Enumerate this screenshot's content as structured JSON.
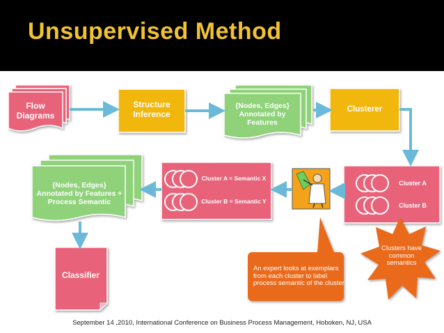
{
  "slide": {
    "title": "Unsupervised Method",
    "footer": "September 14 ,2010, International Conference on Business Process Management, Hoboken, NJ, USA"
  },
  "nodes": {
    "flow_diagrams": "Flow Diagrams",
    "structure_inference": "Structure Inference",
    "annotated_nodes": "{Nodes, Edges} Annotated by Features",
    "clusterer": "Clusterer",
    "cluster_a": "Cluster A",
    "cluster_b": "Cluster B",
    "cluster_a_semantic": "Cluster A = Semantic X",
    "cluster_b_semantic": "Cluster B = Semantic Y",
    "annotated_process": "{Nodes, Edges} Annotated by Features + Process Semantic",
    "classifier": "Classifier"
  },
  "callouts": {
    "expert": "An expert looks at exemplars from each cluster to label process semantic of the cluster",
    "clusters_common": "Clusters have common semantics"
  },
  "colors": {
    "header_bg": "#000000",
    "title": "#f1c232",
    "pink": "#e8637a",
    "yellow": "#f2b70f",
    "green": "#8fd27a",
    "blue_arrow": "#6bb9d8",
    "orange": "#ea6a1e"
  }
}
